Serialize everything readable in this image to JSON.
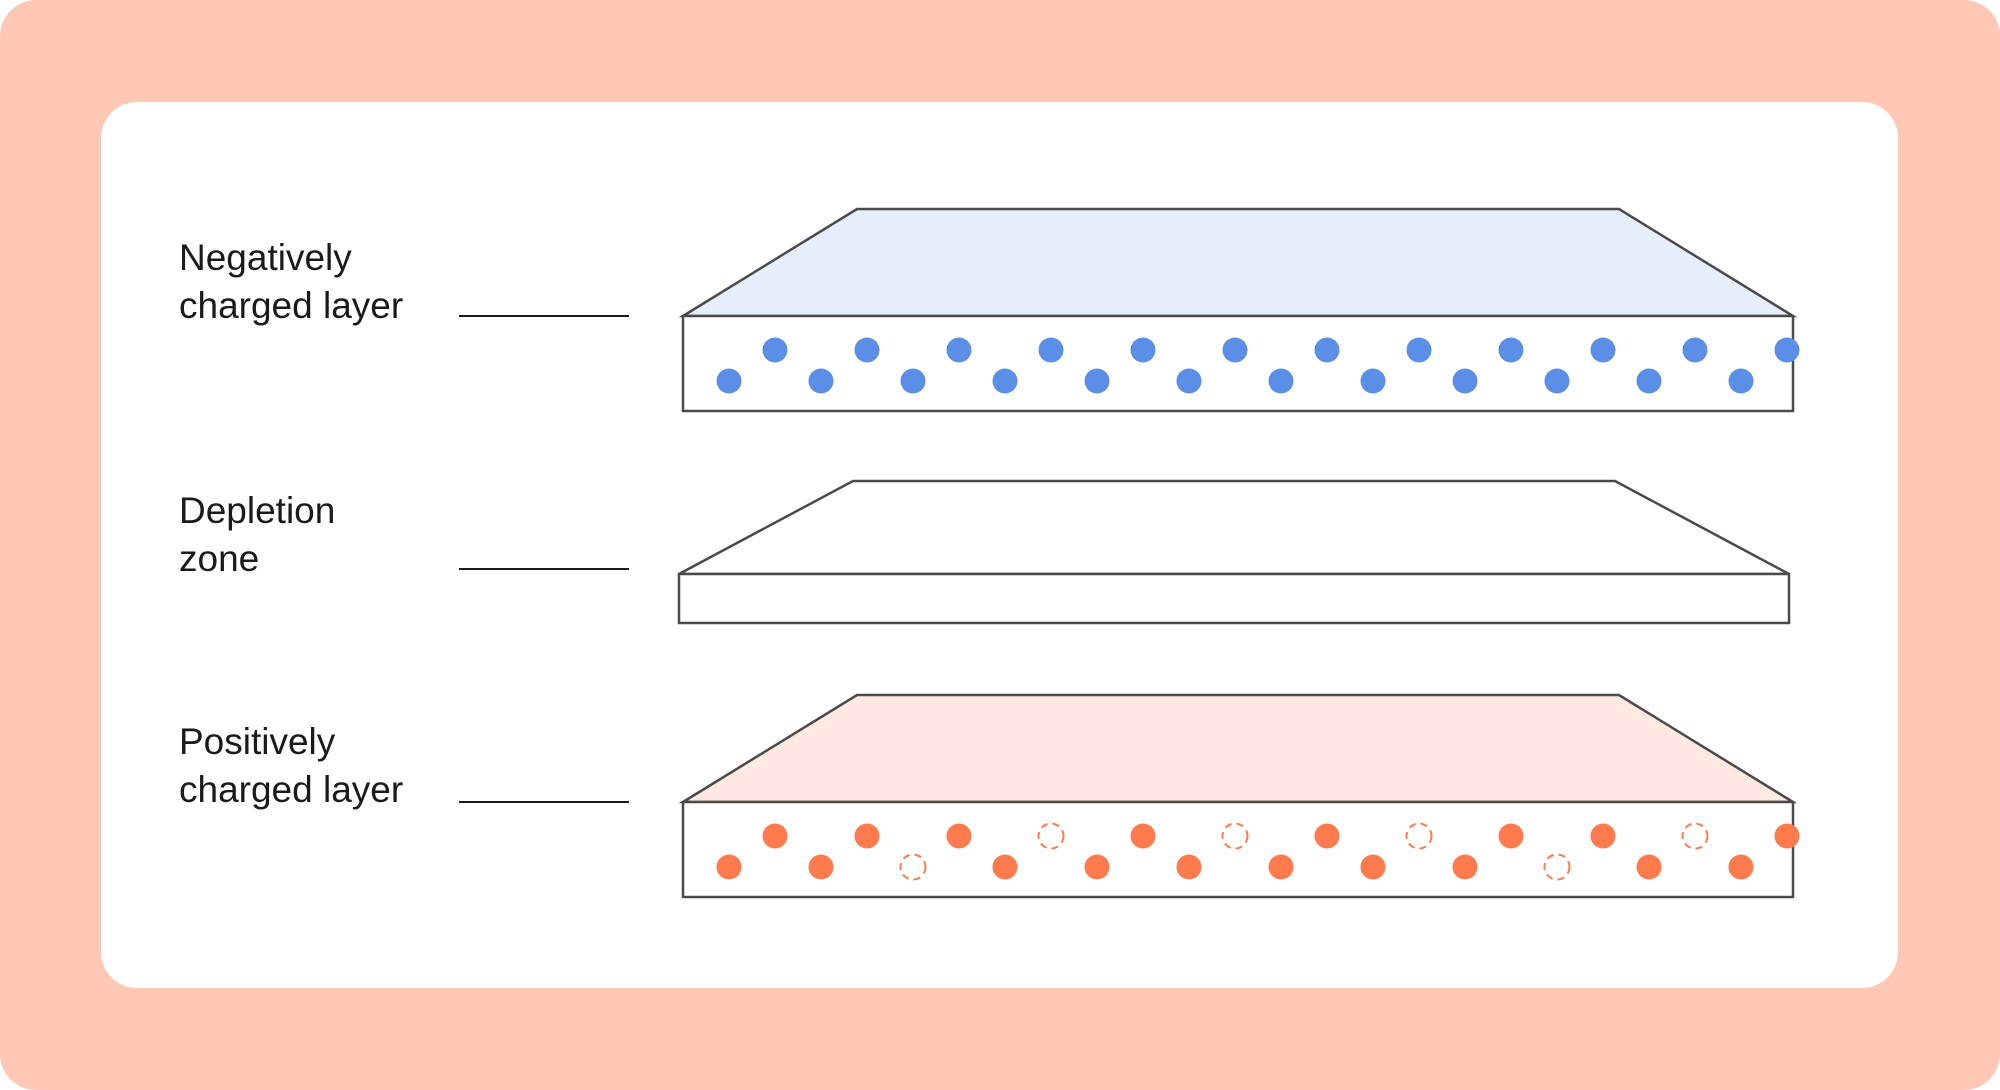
{
  "labels": {
    "negative": {
      "line1": "Negatively",
      "line2": "charged layer"
    },
    "depletion": {
      "line1": "Depletion",
      "line2": "zone"
    },
    "positive": {
      "line1": "Positively",
      "line2": "charged layer"
    }
  },
  "colors": {
    "frame": "#ffc8b5",
    "card": "#ffffff",
    "negative_top": "#e6eefc",
    "negative_dot": "#5b8ee6",
    "positive_top": "#ffe9e1",
    "positive_dot": "#ff7a4c",
    "outline": "#4a4a4a"
  },
  "layers": {
    "negative": {
      "dots": [
        "filled",
        "filled",
        "filled",
        "filled",
        "filled",
        "filled",
        "filled",
        "filled",
        "filled",
        "filled",
        "filled",
        "filled",
        "filled",
        "filled",
        "filled",
        "filled",
        "filled",
        "filled",
        "filled",
        "filled",
        "filled",
        "filled",
        "filled",
        "filled"
      ]
    },
    "positive": {
      "dots": [
        "filled",
        "filled",
        "filled",
        "filled",
        "hole",
        "filled",
        "filled",
        "hole",
        "filled",
        "filled",
        "filled",
        "hole",
        "filled",
        "filled",
        "filled",
        "hole",
        "filled",
        "filled",
        "hole",
        "filled",
        "filled",
        "hole",
        "filled",
        "filled"
      ]
    }
  }
}
